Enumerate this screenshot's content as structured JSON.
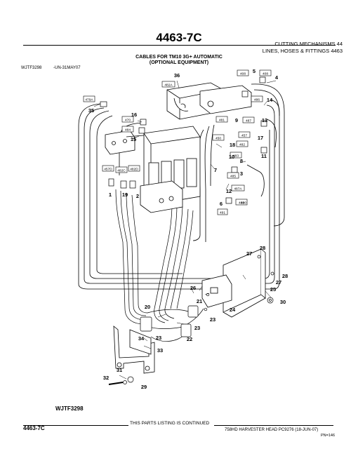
{
  "header": {
    "title": "4463-7C",
    "section": "CUTTING MECHANISMS 44",
    "subsection": "LINES, HOSES & FITTINGS 4463",
    "caption_line1": "CABLES FOR TM10 3G+ AUTOMATIC",
    "caption_line2": "(OPTIONAL EQUIPMENT)",
    "figure_id": "WJTF3298",
    "date_code": "-UN-31MAY07"
  },
  "diagram": {
    "figure_label": "WJTF3298",
    "callouts": [
      "1",
      "2",
      "3",
      "4",
      "5",
      "6",
      "7",
      "8",
      "9",
      "10",
      "11",
      "12",
      "13",
      "14",
      "15",
      "16",
      "17",
      "18",
      "19",
      "20",
      "21",
      "22",
      "23",
      "23",
      "23",
      "24",
      "25",
      "26",
      "27",
      "27",
      "28",
      "28",
      "29",
      "30",
      "31",
      "32",
      "33",
      "34",
      "35",
      "36"
    ],
    "tags": [
      "479A",
      "470",
      "484",
      "457D",
      "482C",
      "482D",
      "482A",
      "408",
      "408",
      "486",
      "487",
      "481",
      "450",
      "457",
      "482",
      "483",
      "485",
      "487A",
      "488",
      "490",
      "491"
    ]
  },
  "footer": {
    "left": "4463-7C",
    "continued": "THIS PARTS LISTING IS CONTINUED",
    "right": "758HD HARVESTER HEAD   PC9276   (18-JUN-07)",
    "page_num": "PN=146"
  }
}
